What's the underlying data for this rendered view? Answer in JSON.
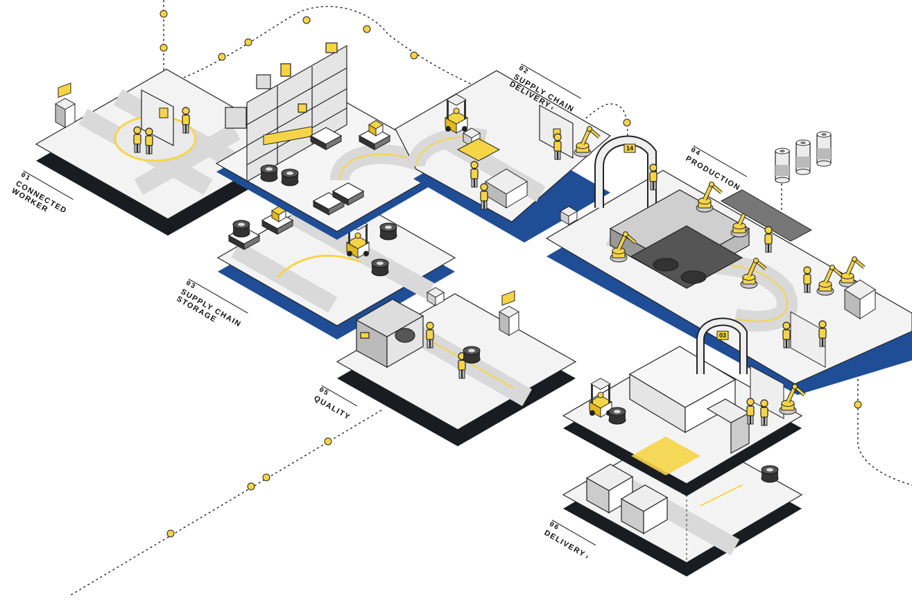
{
  "colors": {
    "accent": "#f5d547",
    "navy": "#1f4e96",
    "dark": "#1b1b22",
    "platform": "#f3f3f3",
    "path": "#d9d9d9",
    "outline": "#222222"
  },
  "stations": [
    {
      "number": "01",
      "title_line1": "CONNECTED",
      "title_line2": "WORKER",
      "chevron": ""
    },
    {
      "number": "02",
      "title_line1": "SUPPLY CHAIN",
      "title_line2": "DELIVERY",
      "chevron": "‹"
    },
    {
      "number": "03",
      "title_line1": "SUPPLY CHAIN",
      "title_line2": "STORAGE",
      "chevron": ""
    },
    {
      "number": "04",
      "title_line1": "PRODUCTION",
      "title_line2": "",
      "chevron": ""
    },
    {
      "number": "05",
      "title_line1": "QUALITY",
      "title_line2": "",
      "chevron": ""
    },
    {
      "number": "06",
      "title_line1": "DELIVERY",
      "title_line2": "",
      "chevron": "›"
    }
  ],
  "gate_badges": [
    "14",
    "03"
  ],
  "icons": [
    "robot-arm-icon",
    "forklift-icon",
    "truck-icon",
    "agv-icon",
    "worker-icon",
    "touchscreen-kiosk-icon",
    "storage-rack-icon",
    "sensor-cylinder-icon",
    "rfid-gate-icon",
    "cnc-machine-icon"
  ]
}
